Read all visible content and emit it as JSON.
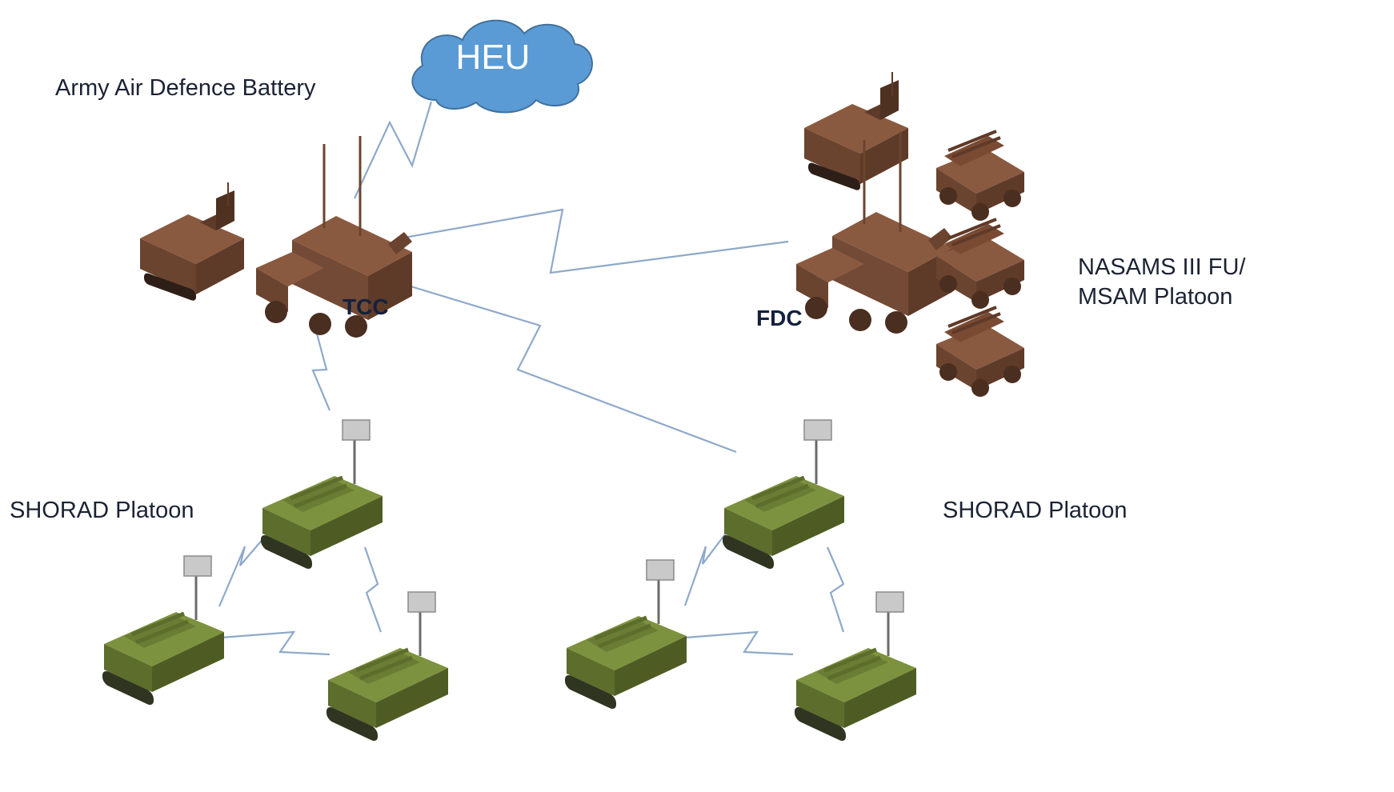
{
  "labels": {
    "heu": "HEU",
    "battery": "Army Air Defence Battery",
    "tcc": "TCC",
    "fdc": "FDC",
    "nasams_line1": "NASAMS III FU/",
    "nasams_line2": "MSAM Platoon",
    "shorad_left": "SHORAD Platoon",
    "shorad_right": "SHORAD Platoon"
  },
  "colors": {
    "cloud_fill": "#5b9bd5",
    "cloud_stroke": "#41719c",
    "link_line": "#8fa9c9",
    "brown_vehicle": "#7a4a33",
    "green_vehicle": "#6b7d34"
  }
}
